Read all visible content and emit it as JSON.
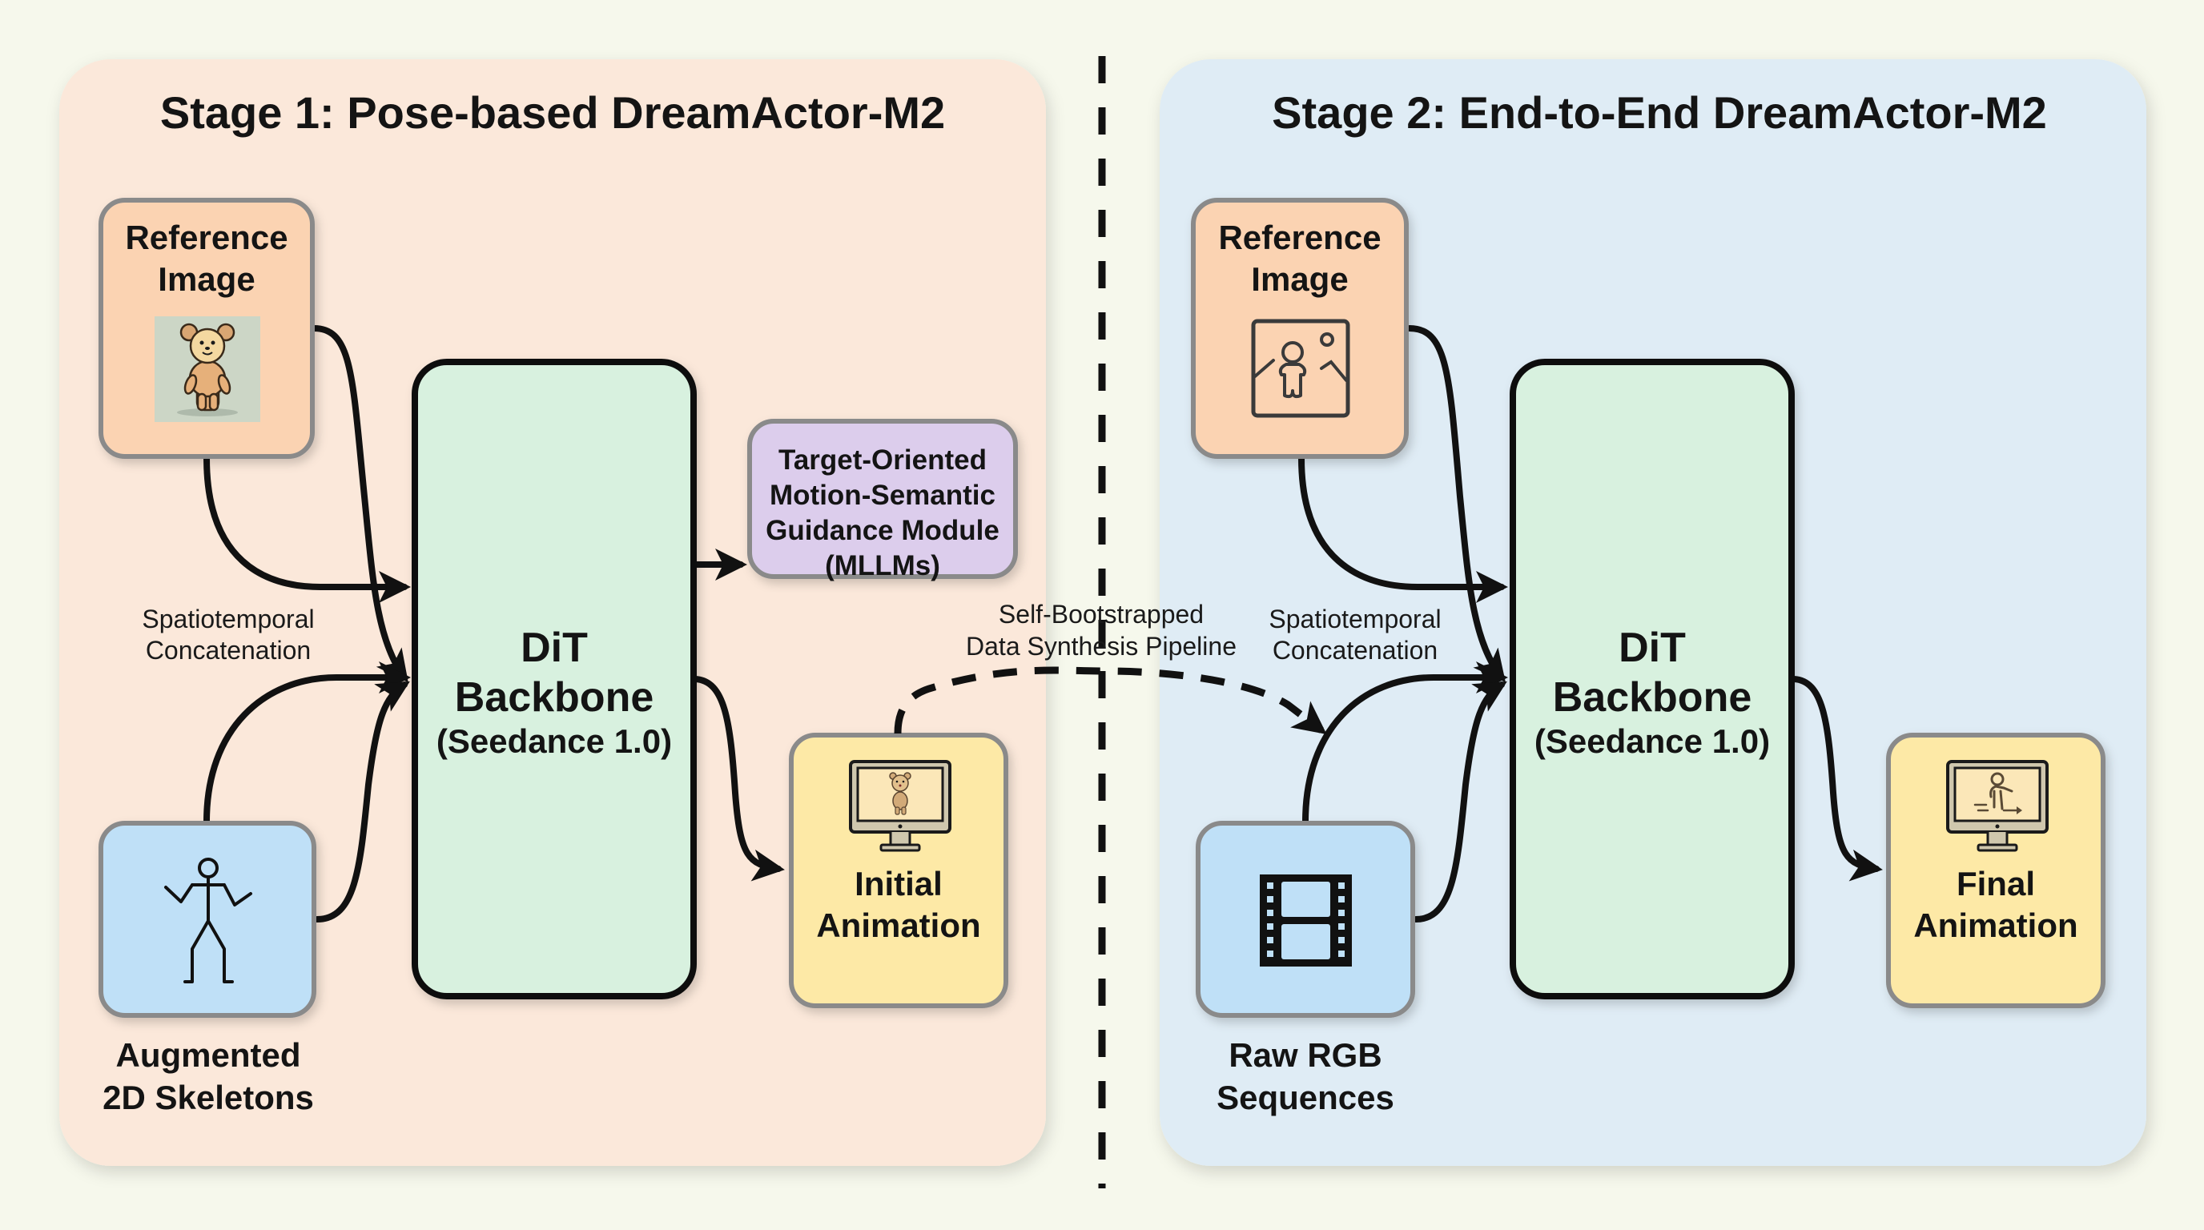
{
  "colors": {
    "background": "#f6f8ec",
    "stage1_panel": "#fbe8da",
    "stage2_panel": "#dfecf5",
    "reference_box": "#fbd3b2",
    "skeleton_box": "#bfe0f7",
    "dit_box": "#d8f1df",
    "mllm_box": "#dccdec",
    "animation_box": "#fde9a6",
    "node_border": "#8a8a8a",
    "stroke": "#111111"
  },
  "stage1": {
    "title": "Stage 1: Pose-based DreamActor-M2",
    "reference": {
      "line1": "Reference",
      "line2": "Image",
      "icon": "teddy-bear-image"
    },
    "skeleton": {
      "line1": "Augmented",
      "line2": "2D Skeletons",
      "icon": "stick-figure"
    },
    "concat_label": {
      "line1": "Spatiotemporal",
      "line2": "Concatenation"
    },
    "dit": {
      "line1": "DiT",
      "line2": "Backbone",
      "line3": "(Seedance 1.0)"
    },
    "guidance": {
      "line1": "Target-Oriented",
      "line2": "Motion-Semantic",
      "line3": "Guidance Module",
      "line4": "(MLLMs)"
    },
    "output": {
      "line1": "Initial",
      "line2": "Animation",
      "icon": "monitor-with-bear"
    }
  },
  "bridge": {
    "label_line1": "Self-Bootstrapped",
    "label_line2": "Data Synthesis Pipeline"
  },
  "stage2": {
    "title": "Stage 2: End-to-End DreamActor-M2",
    "reference": {
      "line1": "Reference",
      "line2": "Image",
      "icon": "image-person-icon"
    },
    "rgb": {
      "line1": "Raw RGB",
      "line2": "Sequences",
      "icon": "film-strip"
    },
    "concat_label": {
      "line1": "Spatiotemporal",
      "line2": "Concatenation"
    },
    "dit": {
      "line1": "DiT",
      "line2": "Backbone",
      "line3": "(Seedance 1.0)"
    },
    "output": {
      "line1": "Final",
      "line2": "Animation",
      "icon": "monitor-with-running-person"
    }
  }
}
